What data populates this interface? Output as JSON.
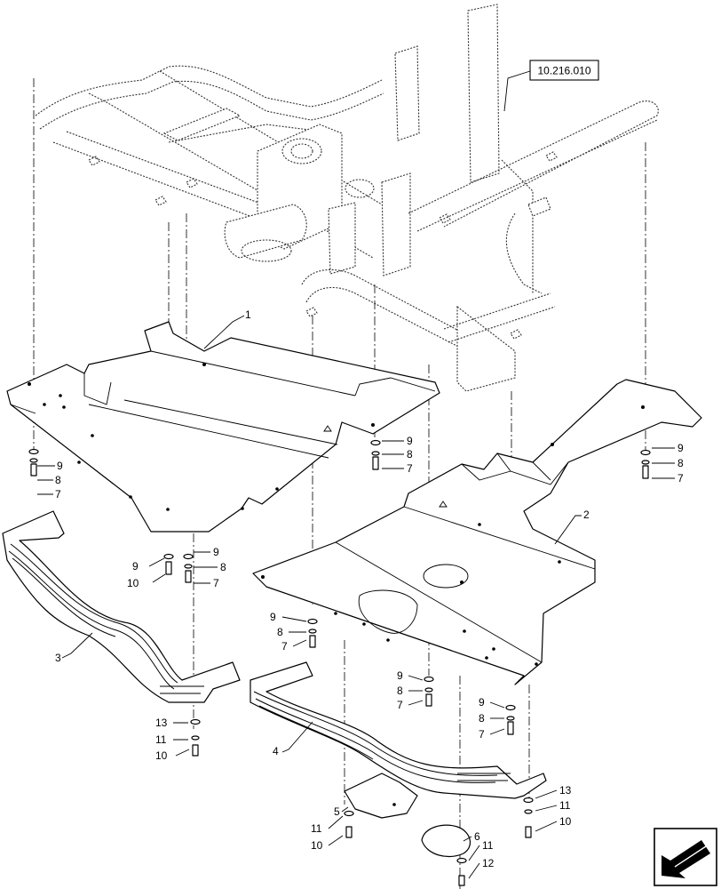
{
  "reference_box": "10.216.010",
  "callouts": {
    "c1": "1",
    "c2": "2",
    "c3": "3",
    "c4": "4",
    "c5": "5",
    "c6": "6",
    "c7a": "7",
    "c8a": "8",
    "c9a": "9",
    "c9b": "9",
    "c8b": "8",
    "c7b": "7",
    "c9c": "9",
    "c8c": "8",
    "c7c": "7",
    "c9d": "9",
    "c9e": "9",
    "c8d": "8",
    "c10a": "10",
    "c7d": "7",
    "c9f": "9",
    "c8e": "8",
    "c7e": "7",
    "c9g": "9",
    "c8f": "8",
    "c7f": "7",
    "c9h": "9",
    "c8g": "8",
    "c7g": "7",
    "c13a": "13",
    "c11a": "11",
    "c10b": "10",
    "c13b": "13",
    "c11b": "11",
    "c10c": "10",
    "c11c": "11",
    "c10d": "10",
    "c11d": "11",
    "c12": "12"
  },
  "icons": {
    "nav": "arrow-nav-icon"
  }
}
